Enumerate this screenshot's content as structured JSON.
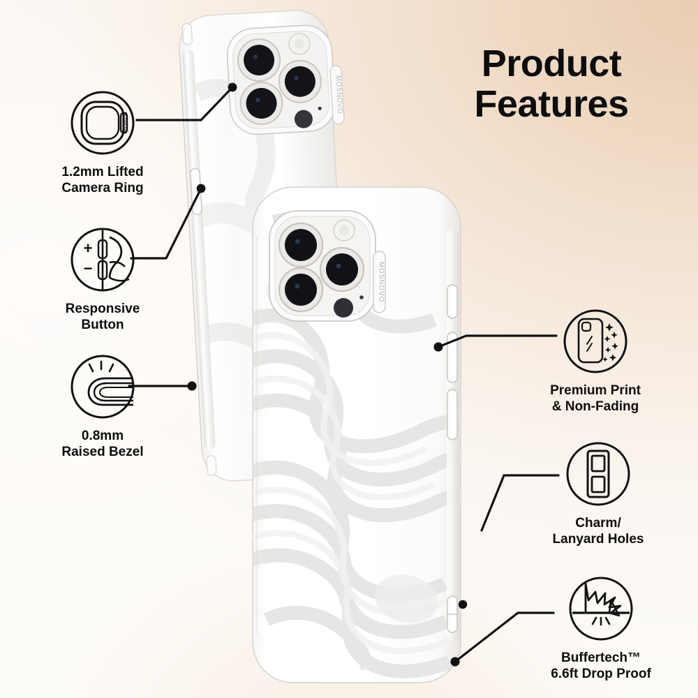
{
  "page": {
    "title_line1": "Product",
    "title_line2": "Features",
    "brand": "MOSNOVO",
    "background_top_right": "#e9cdb3",
    "background_bottom_left": "#f7eade",
    "line_color": "#111111",
    "text_color": "#0d0d0d"
  },
  "features": [
    {
      "id": "lifted-camera-ring",
      "icon": "camera-ring-icon",
      "caption": "1.2mm Lifted\nCamera Ring",
      "side": "left"
    },
    {
      "id": "responsive-button",
      "icon": "volume-button-icon",
      "caption": "Responsive\nButton",
      "plus": "+",
      "minus": "−",
      "side": "left"
    },
    {
      "id": "raised-bezel",
      "icon": "raised-bezel-icon",
      "caption": "0.8mm\nRaised Bezel",
      "side": "left"
    },
    {
      "id": "premium-print",
      "icon": "phone-sparkle-icon",
      "caption": "Premium Print\n& Non-Fading",
      "side": "right"
    },
    {
      "id": "charm-lanyard-holes",
      "icon": "lanyard-holes-icon",
      "caption": "Charm/\nLanyard Holes",
      "side": "right"
    },
    {
      "id": "buffertech-drop-proof",
      "icon": "drop-impact-icon",
      "caption": "Buffertech™\n6.6ft Drop Proof",
      "side": "right"
    }
  ],
  "product": {
    "case_type": "clear phone case",
    "pattern": "abstract white swirl",
    "camera_lens_count": 3,
    "brand_tab_text": "MOSNOVO"
  }
}
